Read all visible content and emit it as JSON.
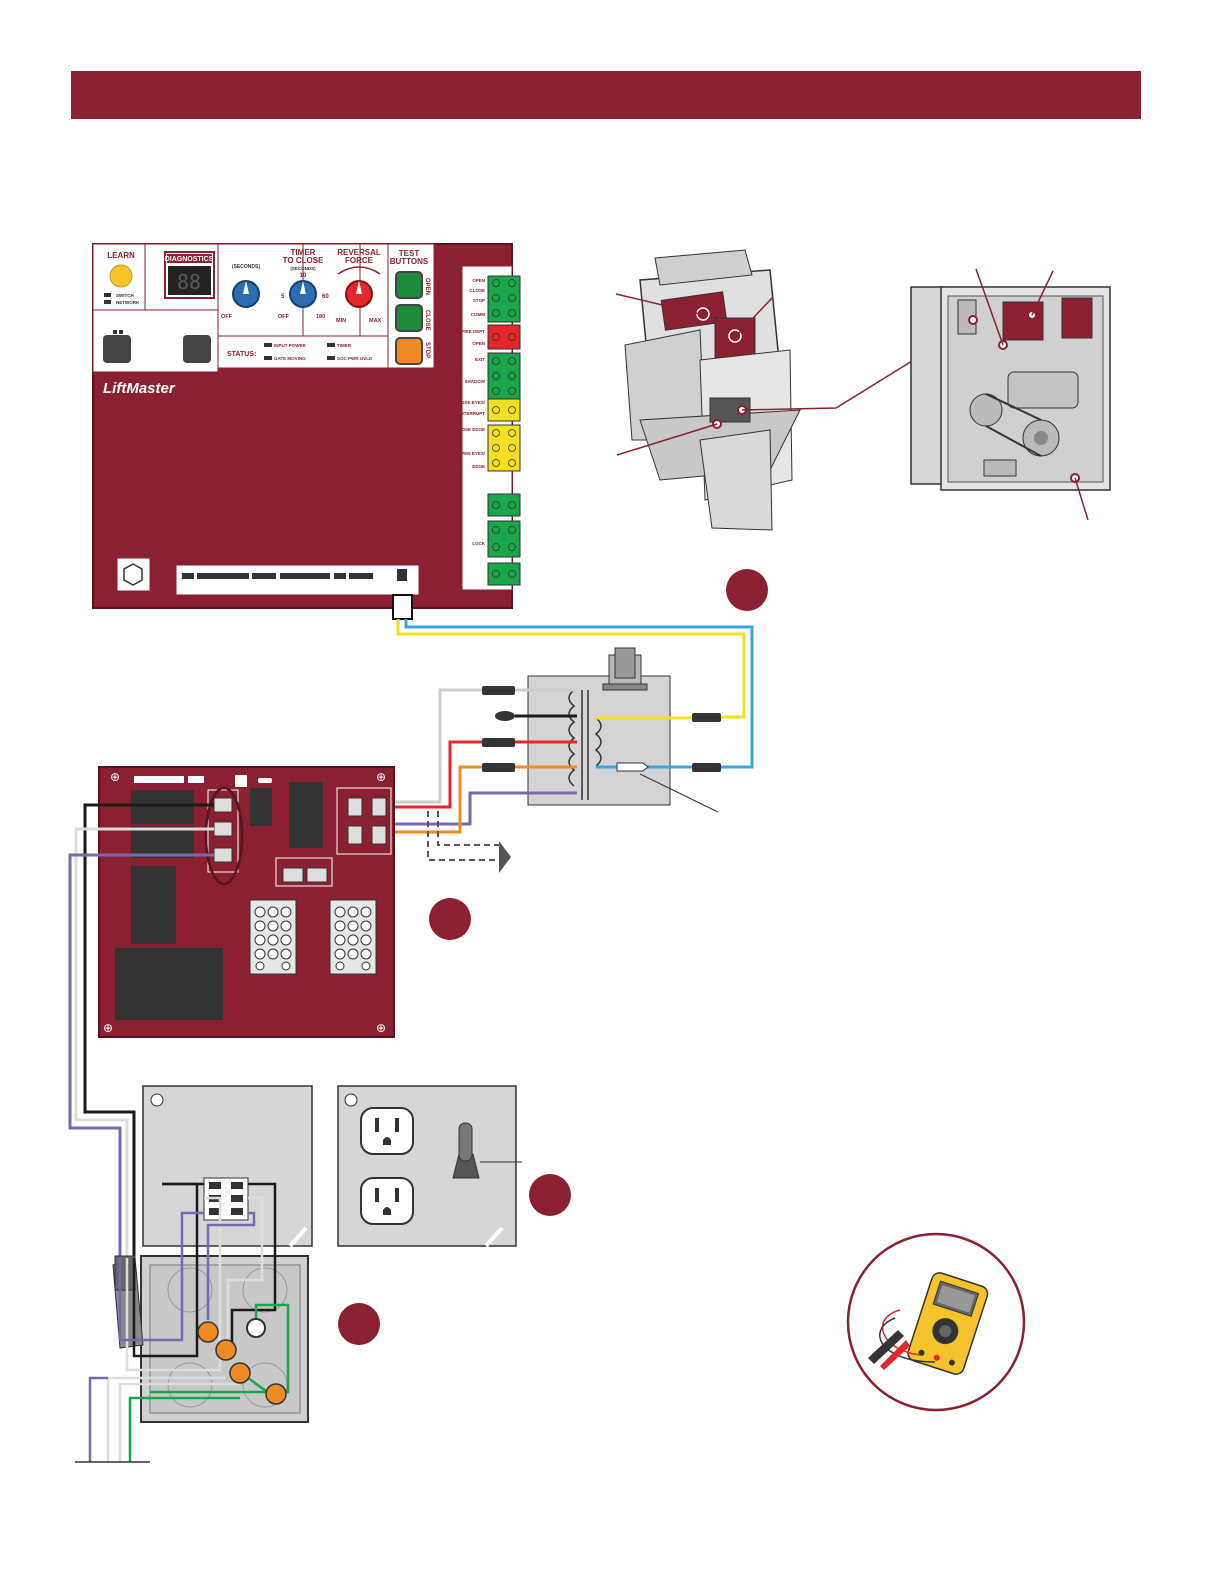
{
  "board": {
    "learn": "LEARN",
    "learn_opts": [
      "SWITCH",
      "NETWORK"
    ],
    "diagnostics": "DIAGNOSTICS",
    "seconds_label": "(SECONDS)",
    "timer_to_close": [
      "TIMER",
      "TO CLOSE"
    ],
    "timer_seconds": "(SECONDS)",
    "timer_ticks": {
      "top": "10",
      "left": "5",
      "right": "60",
      "off": "OFF",
      "max": "180"
    },
    "off_label": "OFF",
    "reversal_force": [
      "REVERSAL",
      "FORCE"
    ],
    "force_min": "MIN",
    "force_max": "MAX",
    "test_buttons": [
      "TEST",
      "BUTTONS"
    ],
    "btn_open": "OPEN",
    "btn_close": "CLOSE",
    "btn_stop": "STOP",
    "status": "STATUS:",
    "status_items": [
      "INPUT POWER",
      "TIMER",
      "GATE MOVING",
      "SOC PWR OVLD"
    ],
    "brand": "LiftMaster",
    "terminals": [
      "OPEN",
      "CLOSE",
      "STOP",
      "COMM",
      "FIRE DEPT",
      "OPEN",
      "EXIT",
      "SHADOW",
      "CLOSE EYES/",
      "INTERRUPT",
      "CLOSE EDGE",
      "OPEN EYES/",
      "EDGE",
      "LOCK"
    ]
  },
  "colors": {
    "brand": "#8a2031",
    "wire_yellow": "#f4e021",
    "wire_blue": "#3aa7dc",
    "wire_red": "#e5262a",
    "wire_orange": "#f08a24",
    "wire_purple": "#7a68ae",
    "wire_green": "#1aa64b",
    "wire_black": "#1a1a1a",
    "wire_white": "#dddddd"
  },
  "icons": [
    "multimeter-icon",
    "transformer-icon",
    "outlet-icon",
    "toggle-switch-icon",
    "junction-box-icon"
  ]
}
